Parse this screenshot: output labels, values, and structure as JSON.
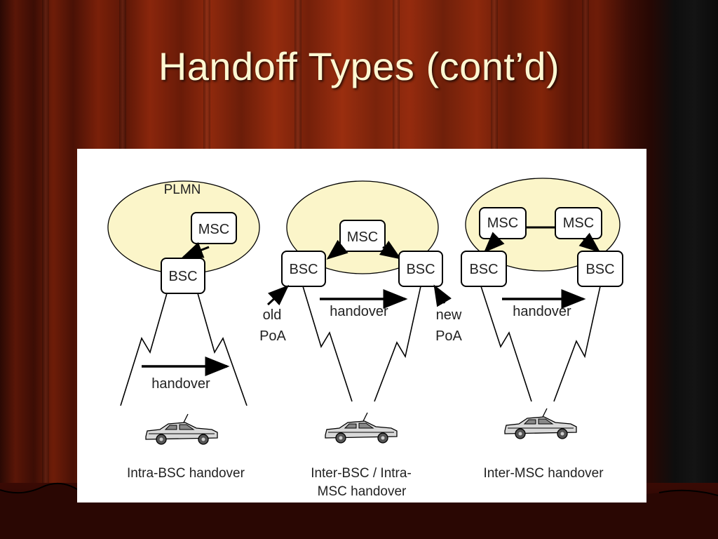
{
  "slide": {
    "title": "Handoff Types (cont’d)"
  },
  "diagram": {
    "colors": {
      "cloud_fill": "#fbf5c9",
      "line": "#000000",
      "box_fill": "#ffffff"
    },
    "left": {
      "network_label": "PLMN",
      "msc": "MSC",
      "bsc": "BSC",
      "handover": "handover",
      "caption": "Intra-BSC handover"
    },
    "middle": {
      "msc": "MSC",
      "bsc_old": "BSC",
      "bsc_new": "BSC",
      "handover": "handover",
      "old_poa_1": "old",
      "old_poa_2": "PoA",
      "new_poa_1": "new",
      "new_poa_2": "PoA",
      "caption_1": "Inter-BSC / Intra-",
      "caption_2": "MSC handover"
    },
    "right": {
      "msc_old": "MSC",
      "msc_new": "MSC",
      "bsc_old": "BSC",
      "bsc_new": "BSC",
      "handover": "handover",
      "caption": "Inter-MSC handover"
    },
    "icons": [
      "car-icon",
      "car-icon",
      "car-icon"
    ]
  }
}
